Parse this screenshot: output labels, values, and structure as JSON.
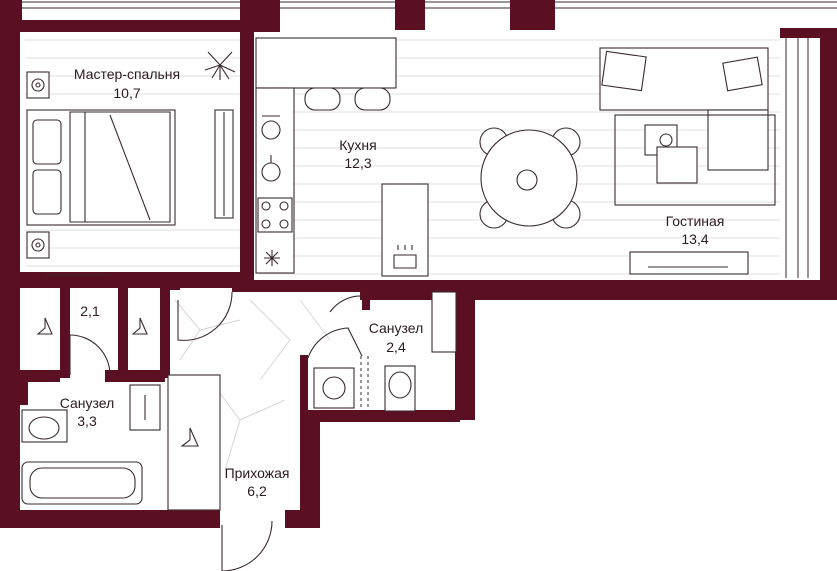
{
  "plan": {
    "rooms": [
      {
        "id": "master-bedroom",
        "name": "Мастер-спальня",
        "area": "10,7"
      },
      {
        "id": "kitchen",
        "name": "Кухня",
        "area": "12,3"
      },
      {
        "id": "living",
        "name": "Гостиная",
        "area": "13,4"
      },
      {
        "id": "closet",
        "name": "",
        "area": "2,1"
      },
      {
        "id": "bath-left",
        "name": "Санузел",
        "area": "3,3"
      },
      {
        "id": "bath-right",
        "name": "Санузел",
        "area": "2,4"
      },
      {
        "id": "hall",
        "name": "Прихожая",
        "area": "6,2"
      }
    ],
    "colors": {
      "wall": "#5a0f22",
      "line": "#3a2a2e",
      "floor": "#e3e0e0"
    }
  }
}
